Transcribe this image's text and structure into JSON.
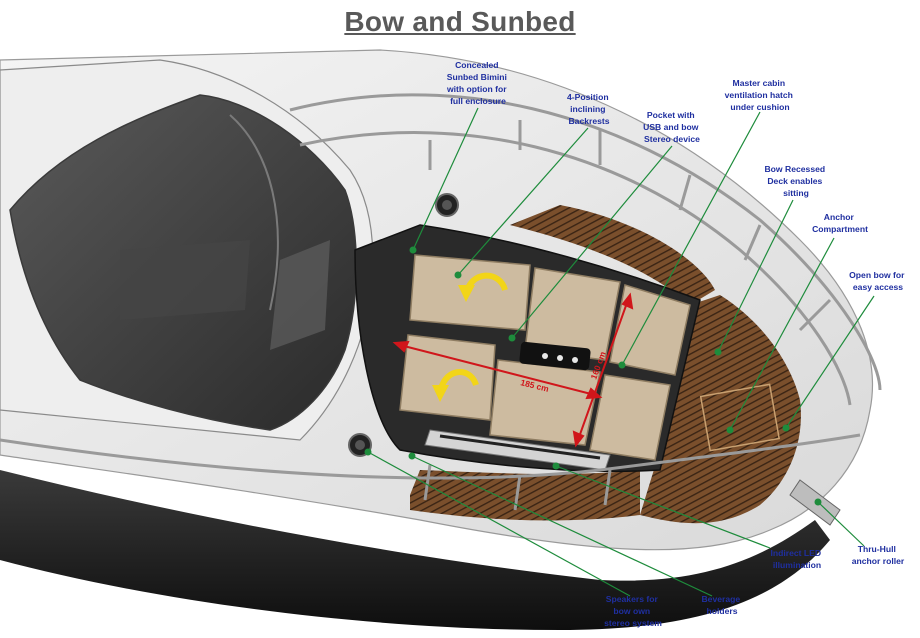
{
  "title": "Bow and Sunbed",
  "dimensions": {
    "length": "185 cm",
    "width": "160 cm"
  },
  "callouts": [
    {
      "name": "concealed-bimini",
      "lines": [
        "Concealed",
        "Sunbed Bimini",
        "with option for",
        "full enclosure"
      ]
    },
    {
      "name": "backrests",
      "lines": [
        "4-Position",
        "inclining",
        "Backrests"
      ]
    },
    {
      "name": "pocket-usb",
      "lines": [
        "Pocket with",
        "USB and bow",
        "Stereo device"
      ]
    },
    {
      "name": "master-hatch",
      "lines": [
        "Master cabin",
        "ventilation hatch",
        "under cushion"
      ]
    },
    {
      "name": "bow-recessed",
      "lines": [
        "Bow Recessed",
        "Deck enables",
        "sitting"
      ]
    },
    {
      "name": "anchor-compartment",
      "lines": [
        "Anchor",
        "Compartment"
      ]
    },
    {
      "name": "open-bow",
      "lines": [
        "Open bow for",
        "easy access"
      ]
    },
    {
      "name": "thru-hull",
      "lines": [
        "Thru-Hull",
        "anchor roller"
      ]
    },
    {
      "name": "indirect-led",
      "lines": [
        "Indirect LED",
        "illumination"
      ]
    },
    {
      "name": "beverage-holders",
      "lines": [
        "Beverage",
        "holders"
      ]
    },
    {
      "name": "speakers",
      "lines": [
        "Speakers for",
        "bow own",
        "stereo system"
      ]
    }
  ],
  "colors": {
    "label": "#1f2fa0",
    "leader": "#1e8c3c",
    "dimension": "#d0161b",
    "teak": "#6b4425",
    "cushion": "#cdbba0"
  }
}
